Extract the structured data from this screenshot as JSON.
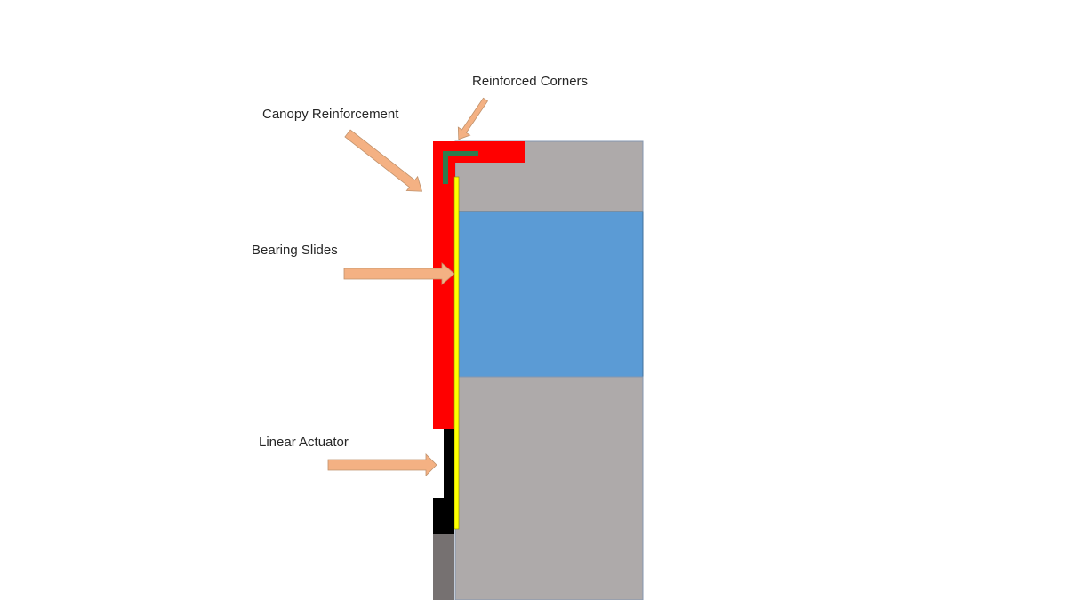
{
  "labels": {
    "reinforced_corners": "Reinforced Corners",
    "canopy_reinforcement": "Canopy Reinforcement",
    "bearing_slides": "Bearing Slides",
    "linear_actuator": "Linear Actuator"
  },
  "colors": {
    "canopy": "#ff0000",
    "wall": "#aeaaaa",
    "window": "#5b9bd5",
    "bearing_slide": "#ffff00",
    "corner_bracket": "#2e7d4f",
    "actuator": "#000000",
    "base": "#767171",
    "arrow": "#f4b183"
  }
}
